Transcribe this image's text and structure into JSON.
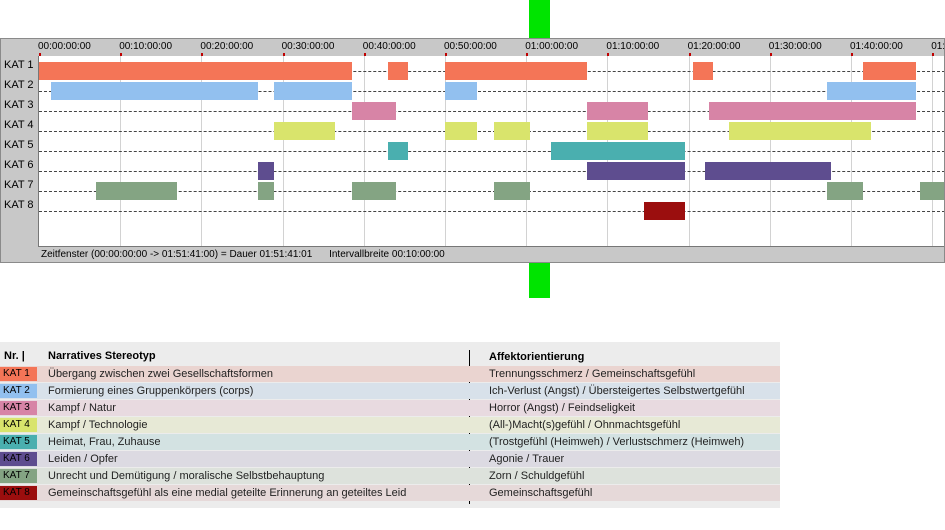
{
  "timeline": {
    "tick_labels": [
      "00:00:00:00",
      "00:10:00:00",
      "00:20:00:00",
      "00:30:00:00",
      "00:40:00:00",
      "00:50:00:00",
      "01:00:00:00",
      "01:10:00:00",
      "01:20:00:00",
      "01:30:00:00",
      "01:40:00:00",
      "01:"
    ],
    "rows": [
      {
        "label": "KAT 1",
        "color": "#f47557",
        "segments": [
          [
            0,
            38.5
          ],
          [
            43,
            45.5
          ],
          [
            50,
            67.5
          ],
          [
            80.5,
            83
          ],
          [
            101.5,
            108
          ]
        ]
      },
      {
        "label": "KAT 2",
        "color": "#92c0ef",
        "segments": [
          [
            1.5,
            27
          ],
          [
            29,
            38.5
          ],
          [
            50,
            54
          ],
          [
            97,
            108
          ]
        ]
      },
      {
        "label": "KAT 3",
        "color": "#d784a6",
        "segments": [
          [
            38.5,
            44
          ],
          [
            67.5,
            75
          ],
          [
            82.5,
            108
          ]
        ]
      },
      {
        "label": "KAT 4",
        "color": "#d9e46c",
        "segments": [
          [
            29,
            36.5
          ],
          [
            50,
            54
          ],
          [
            56,
            60.5
          ],
          [
            67.5,
            75
          ],
          [
            85,
            102.5
          ]
        ]
      },
      {
        "label": "KAT 5",
        "color": "#4aafaf",
        "segments": [
          [
            43,
            45.5
          ],
          [
            63,
            79.5
          ]
        ]
      },
      {
        "label": "KAT 6",
        "color": "#5e4d8f",
        "segments": [
          [
            27,
            29
          ],
          [
            67.5,
            79.5
          ],
          [
            82,
            97.5
          ]
        ]
      },
      {
        "label": "KAT 7",
        "color": "#84a483",
        "segments": [
          [
            7,
            17
          ],
          [
            27,
            29
          ],
          [
            38.5,
            44
          ],
          [
            56,
            60.5
          ],
          [
            97,
            101.5
          ],
          [
            108.5,
            112
          ]
        ]
      },
      {
        "label": "KAT 8",
        "color": "#9b0e0e",
        "segments": [
          [
            74.5,
            79.5
          ]
        ]
      }
    ],
    "status": {
      "window": "Zeitfenster (00:00:00:00 -> 01:51:41:00) = Dauer 01:51:41:01",
      "interval": "Intervallbreite 00:10:00:00"
    }
  },
  "legend": {
    "header_nr": "Nr. |",
    "header_stereotyp": "Narratives Stereotyp",
    "header_affekt": "Affektorientierung",
    "rows": [
      {
        "nr": "KAT 1",
        "color": "#f47557",
        "bg": "#ead4d0",
        "stereotyp": "Übergang zwischen zwei Gesellschaftsformen",
        "affekt": "Trennungsschmerz / Gemeinschaftsgefühl"
      },
      {
        "nr": "KAT 2",
        "color": "#92c0ef",
        "bg": "#d8e1ea",
        "stereotyp": "Formierung eines Gruppenkörpers (corps)",
        "affekt": "Ich-Verlust (Angst) / Übersteigertes Selbstwertgefühl"
      },
      {
        "nr": "KAT 3",
        "color": "#d784a6",
        "bg": "#e8dae0",
        "stereotyp": "Kampf / Natur",
        "affekt": "Horror (Angst) / Feindseligkeit"
      },
      {
        "nr": "KAT 4",
        "color": "#d9e46c",
        "bg": "#e7e9d6",
        "stereotyp": "Kampf / Technologie",
        "affekt": "(All-)Macht(s)gefühl / Ohnmachtsgefühl"
      },
      {
        "nr": "KAT 5",
        "color": "#4aafaf",
        "bg": "#d3e2e2",
        "stereotyp": "Heimat, Frau, Zuhause",
        "affekt": "(Trostgefühl (Heimweh) / Verlustschmerz (Heimweh)"
      },
      {
        "nr": "KAT 6",
        "color": "#5e4d8f",
        "bg": "#dcdae2",
        "stereotyp": "Leiden / Opfer",
        "affekt": "Agonie / Trauer"
      },
      {
        "nr": "KAT 7",
        "color": "#84a483",
        "bg": "#dde2dc",
        "stereotyp": "Unrecht und Demütigung / moralische Selbstbehauptung",
        "affekt": "Zorn / Schuldgefühl"
      },
      {
        "nr": "KAT 8",
        "color": "#9b0e0e",
        "bg": "#e6d9d9",
        "stereotyp": "Gemeinschaftsgefühl als eine medial geteilte Erinnerung an geteiltes Leid",
        "affekt": "Gemeinschaftsgefühl"
      }
    ]
  }
}
